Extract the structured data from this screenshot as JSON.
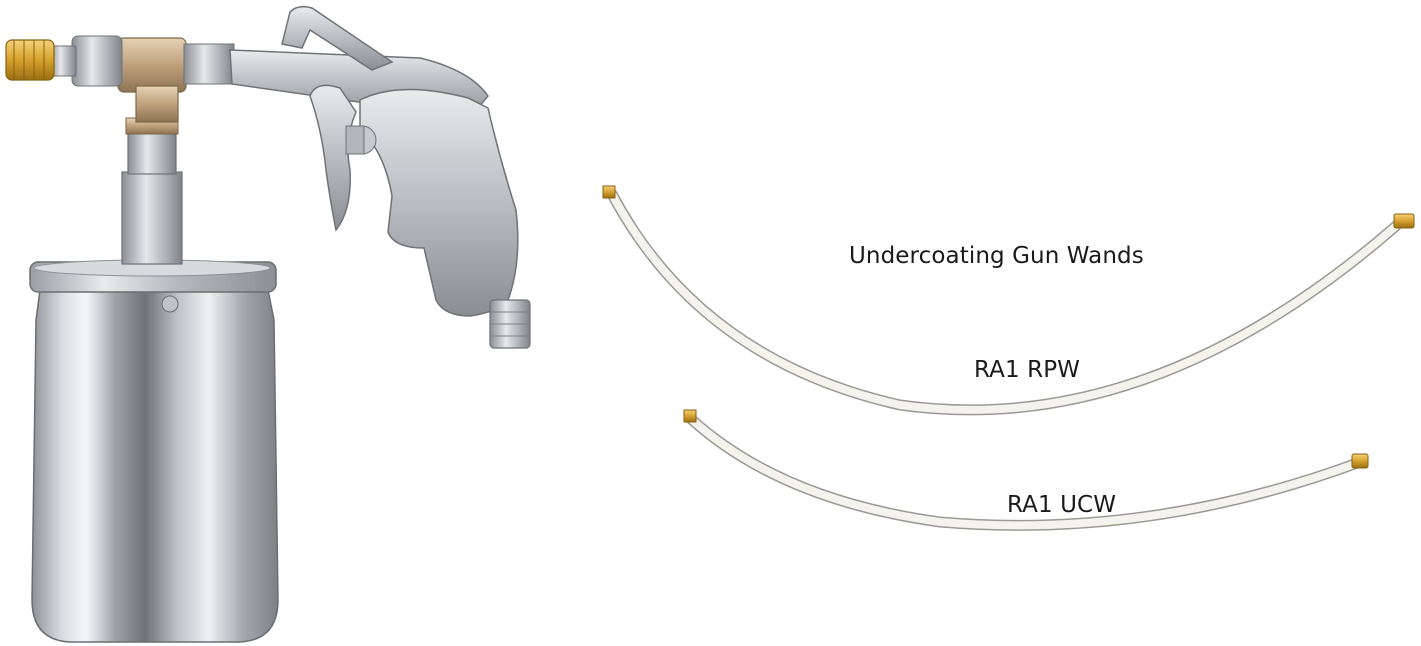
{
  "captions": {
    "title": "Undercoating Gun Wands",
    "wand_rpw": "RA1 RPW",
    "wand_ucw": "RA1 UCW"
  },
  "colors": {
    "background": "#ffffff",
    "aluminum": "#c9ccd1",
    "brass": "#d6a12e",
    "hose": "#f2f1ec"
  }
}
